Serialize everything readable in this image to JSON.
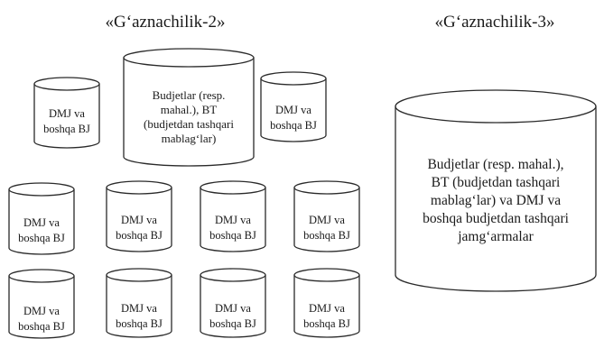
{
  "titles": {
    "left": "«G‘aznachilik-2»",
    "right": "«G‘aznachilik-3»"
  },
  "cylinders": {
    "small_lines": [
      "DMJ va",
      "boshqa BJ"
    ],
    "left_center_lines": [
      "Budjetlar (resp.",
      "mahal.), BT",
      "(budjetdan tashqari",
      "mablag‘lar)"
    ],
    "right_big_lines": [
      "Budjetlar (resp. mahal.),",
      "BT (budjetdan tashqari",
      "mablag‘lar) va DMJ va",
      "boshqa budjetdan tashqari",
      "jamg‘armalar"
    ]
  }
}
